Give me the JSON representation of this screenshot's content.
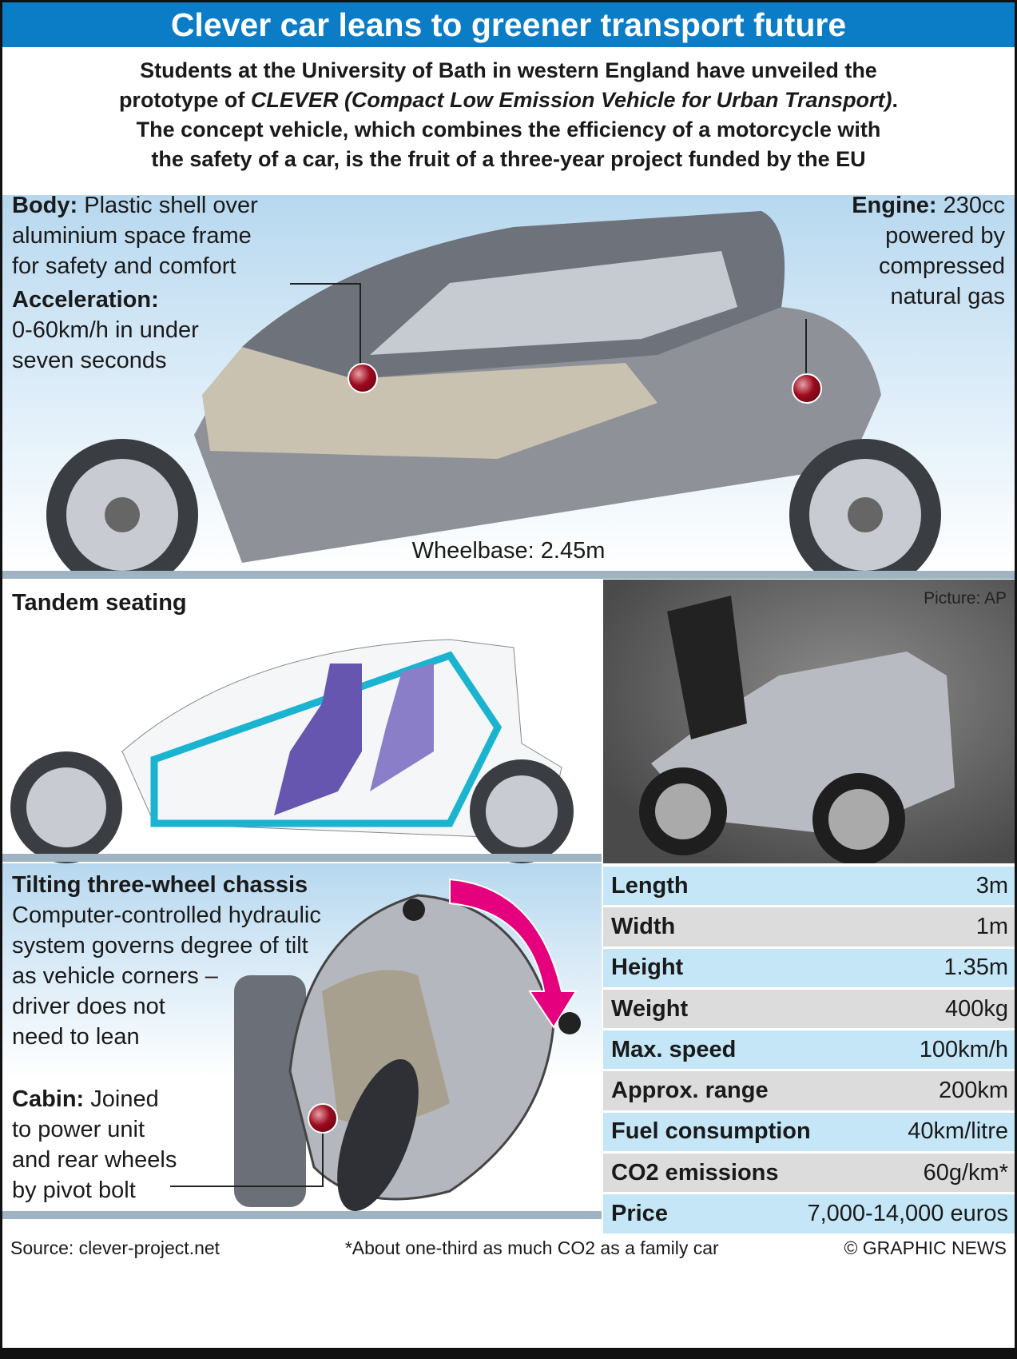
{
  "title": "Clever car leans to greener transport future",
  "intro": {
    "line1": "Students at the University of Bath in western England have unveiled the",
    "line2_pre": "prototype of ",
    "line2_italic": "CLEVER (Compact Low Emission Vehicle for Urban Transport)",
    "line2_post": ".",
    "line3": "The concept vehicle, which combines the efficiency of a motorcycle with",
    "line4": "the safety of a car, is the fruit of a three-year project funded by the EU"
  },
  "body": {
    "label": "Body:",
    "text1": "Plastic shell over",
    "text2": "aluminium space frame",
    "text3": "for safety and comfort"
  },
  "acceleration": {
    "label": "Acceleration:",
    "text1": "0-60km/h in under",
    "text2": "seven seconds"
  },
  "engine": {
    "label": "Engine:",
    "text0": "230cc",
    "text1": "powered by",
    "text2": "compressed",
    "text3": "natural gas"
  },
  "wheelbase": "Wheelbase: 2.45m",
  "tandem": {
    "heading": "Tandem seating"
  },
  "photo": {
    "credit": "Picture: AP"
  },
  "tilting": {
    "heading": "Tilting three-wheel chassis",
    "l1": "Computer-controlled hydraulic",
    "l2": "system governs degree of tilt",
    "l3": "as vehicle corners –",
    "l4": "driver does not",
    "l5": "need to lean"
  },
  "cabin": {
    "label": "Cabin:",
    "t0": "Joined",
    "t1": "to power unit",
    "t2": "and rear wheels",
    "t3": "by pivot bolt"
  },
  "specs": [
    {
      "k": "Length",
      "v": "3m"
    },
    {
      "k": "Width",
      "v": "1m"
    },
    {
      "k": "Height",
      "v": "1.35m"
    },
    {
      "k": "Weight",
      "v": "400kg"
    },
    {
      "k": "Max. speed",
      "v": "100km/h"
    },
    {
      "k": "Approx. range",
      "v": "200km"
    },
    {
      "k": "Fuel consumption",
      "v": "40km/litre"
    },
    {
      "k": "CO2 emissions",
      "v": "60g/km*"
    },
    {
      "k": "Price",
      "v": "7,000-14,000 euros"
    }
  ],
  "footer": {
    "source": "Source: clever-project.net",
    "note": "*About one-third as much CO2 as a family car",
    "credit": "© GRAPHIC NEWS"
  },
  "colors": {
    "title_bg": "#0b7cc6",
    "arrow": "#e5007e",
    "frame": "#1ab3d0",
    "figures": "#6656b0"
  }
}
